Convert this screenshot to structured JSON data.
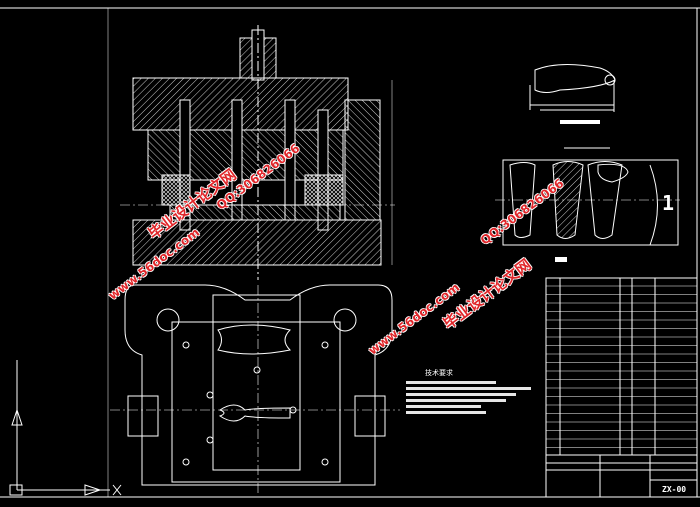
{
  "drawing": {
    "drawing_number": "ZX-00",
    "strip_scale_mark": "1",
    "tech_requirements_title": "技术要求"
  },
  "watermarks": {
    "site_cn": "毕业设计论文网",
    "site_url": "www.56doc.com",
    "qq": "QQ:306826066"
  },
  "colors": {
    "background": "#000000",
    "lines": "#ffffff",
    "watermark": "#e0262a"
  }
}
